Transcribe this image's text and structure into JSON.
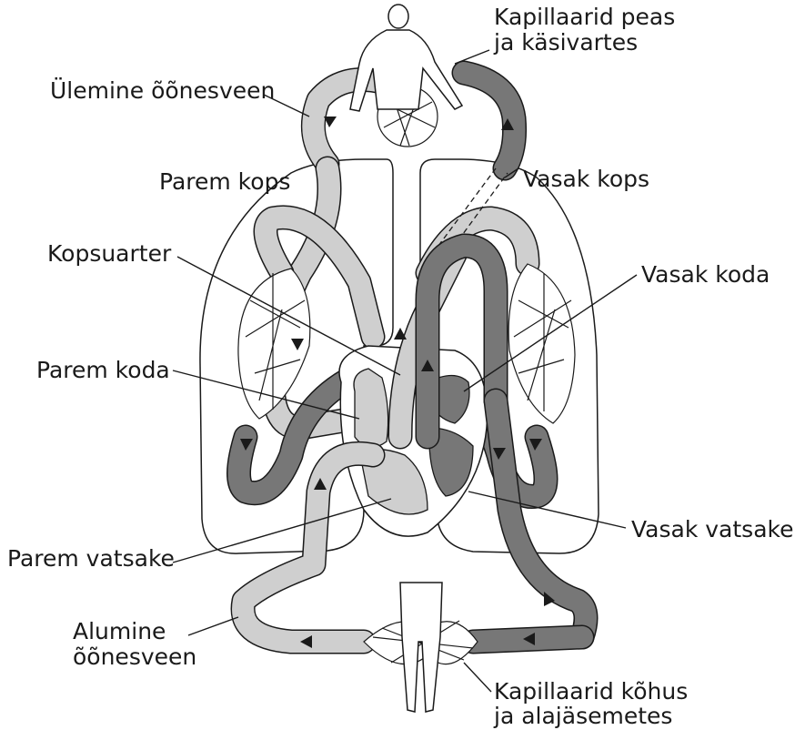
{
  "labels": {
    "capillaries_head": [
      "Kapillaarid peas",
      "ja käsivartes"
    ],
    "superior_vena_cava": "Ülemine õõnesveen",
    "right_lung": "Parem kops",
    "left_lung": "Vasak kops",
    "pulmonary_artery": "Kopsuarter",
    "left_atrium": "Vasak koda",
    "right_atrium": "Parem koda",
    "left_ventricle": "Vasak vatsake",
    "right_ventricle": "Parem vatsake",
    "inferior_vena_cava": [
      "Alumine",
      "õõnesveen"
    ],
    "capillaries_abdomen": [
      "Kapillaarid kõhus",
      "ja alajäsemetes"
    ]
  },
  "colors": {
    "deoxygenated_blood": "#cfcfcf",
    "oxygenated_blood": "#777777",
    "outline": "#1a1a1a"
  }
}
